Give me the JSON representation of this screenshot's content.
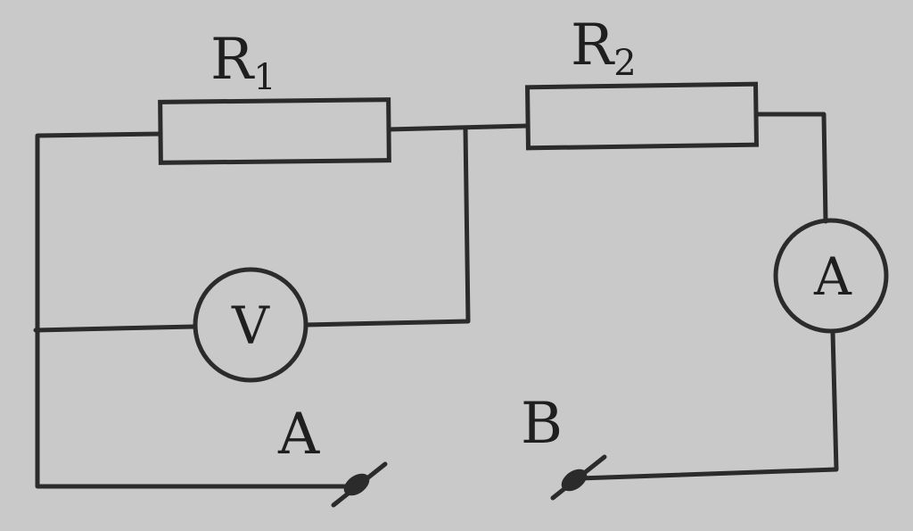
{
  "labels": {
    "r1": "R",
    "r1_sub": "1",
    "r2": "R",
    "r2_sub": "2",
    "voltmeter": "V",
    "ammeter": "A",
    "terminal_a": "A",
    "terminal_b": "B"
  },
  "colors": {
    "background": "#c9c9ca",
    "ink": "#2b2b2b"
  }
}
